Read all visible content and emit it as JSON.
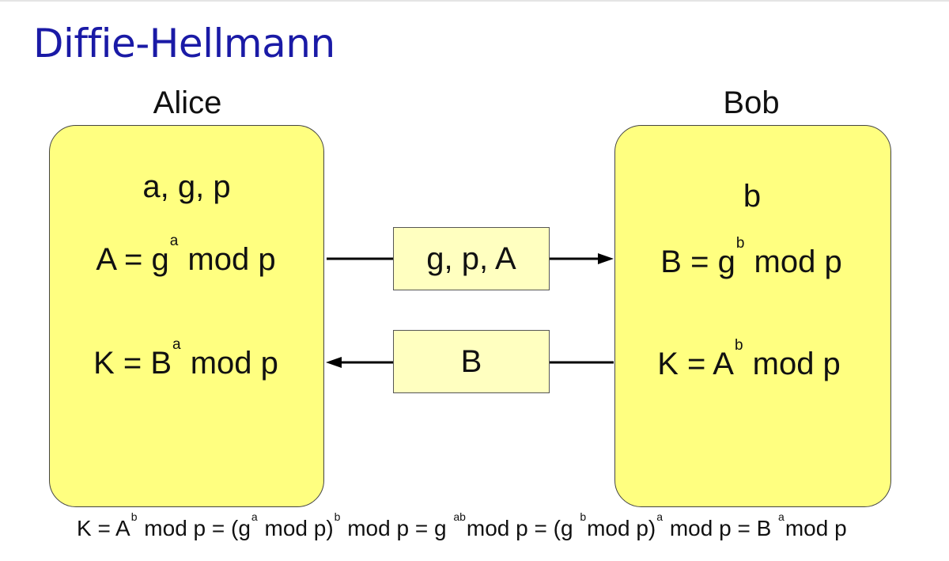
{
  "title": "Diffie-Hellmann",
  "alice": {
    "name": "Alice",
    "line1": "a, g, p",
    "line2": {
      "pre": "A = g",
      "exp": "a",
      "post": " mod p"
    },
    "line3": {
      "pre": "K = B",
      "exp": "a",
      "post": " mod p"
    }
  },
  "bob": {
    "name": "Bob",
    "line1": "b",
    "line2": {
      "pre": "B = g",
      "exp": "b",
      "post": " mod p"
    },
    "line3": {
      "pre": "K = A",
      "exp": "b",
      "post": " mod p"
    }
  },
  "messages": {
    "to_bob": "g, p, A",
    "to_alice": "B"
  },
  "formula": [
    {
      "t": "K = A"
    },
    {
      "s": "b"
    },
    {
      "t": " mod p = (g"
    },
    {
      "s": "a"
    },
    {
      "t": " mod p)"
    },
    {
      "s": "b"
    },
    {
      "t": " mod p = g "
    },
    {
      "s": "ab"
    },
    {
      "t": "mod p = (g "
    },
    {
      "s": "b"
    },
    {
      "t": "mod p)"
    },
    {
      "s": "a"
    },
    {
      "t": " mod p = B "
    },
    {
      "s": "a"
    },
    {
      "t": "mod p"
    }
  ],
  "colors": {
    "title": "#1a1aa6",
    "party_box": "#ffff80",
    "message_box": "#ffffc0"
  }
}
